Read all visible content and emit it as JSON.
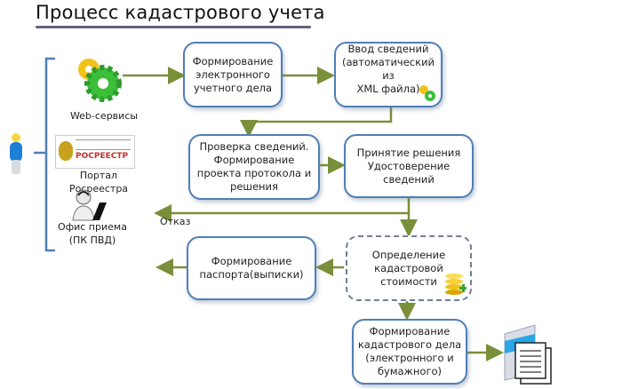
{
  "title": "Процесс кадастрового учета",
  "sources": {
    "web": "Web-сервисы",
    "portal": "Портал Росреестра",
    "portal_logo_text": "РОСРЕЕСТР",
    "office": "Офис приема\n(ПК ПВД)"
  },
  "boxes": {
    "formation_electronic": "Формирование\nэлектронного\nучетного дела",
    "data_input": "Ввод сведений\n(автоматический из\nXML файла)",
    "verification": "Проверка сведений.\nФормирование\nпроекта протокола и\nрешения",
    "decision": "Принятие решения\nУдостоверение\nсведений",
    "cadastral_value": "Определение\nкадастровой\nстоимости",
    "passport": "Формирование\nпаспорта(выписки)",
    "cadastral_case": "Формирование\nкадастрового дела\n(электронного и\nбумажного)"
  },
  "refusal_label": "Отказ",
  "colors": {
    "box_border": "#4f7fb6",
    "arrow": "#7a8f3a",
    "bracket": "#4f7fb6"
  }
}
